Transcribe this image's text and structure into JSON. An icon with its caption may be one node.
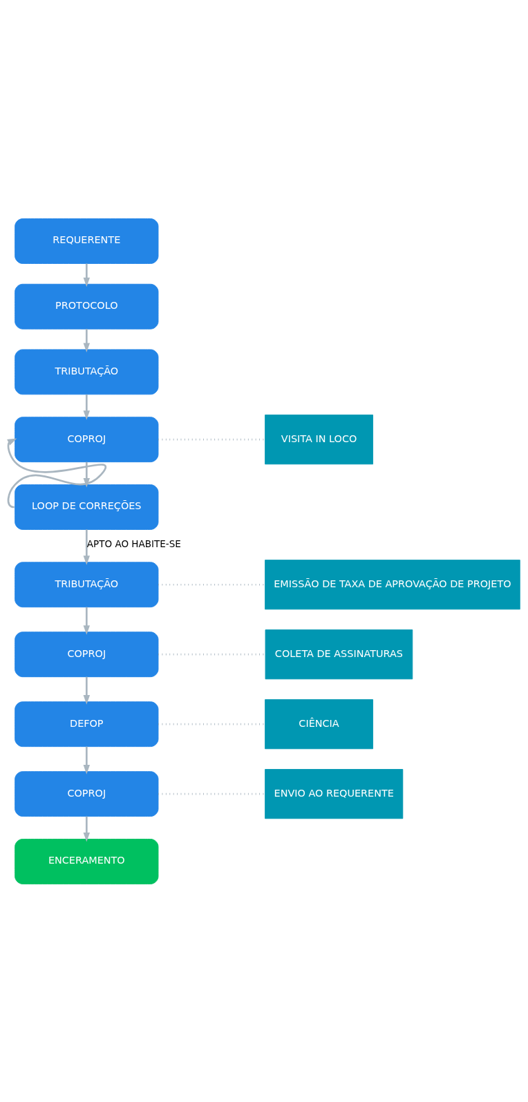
{
  "diagram": {
    "nodes": [
      {
        "text": [
          "REQUERENTE"
        ]
      },
      {
        "text": [
          "PROTOCOLO"
        ]
      },
      {
        "text": [
          "TRIBUTAÇÃO"
        ]
      },
      {
        "text": [
          "COPROJ"
        ]
      },
      {
        "text": [
          "VISITA IN LOCO"
        ]
      },
      {
        "text": [
          "LOOP DE CORREÇÕES"
        ]
      },
      {
        "text": [
          "TRIBUTAÇÃO"
        ]
      },
      {
        "text": [
          "EMISSÃO DE TAXA DE APROVAÇÃO DE PROJETO"
        ]
      },
      {
        "text": [
          "COPROJ"
        ]
      },
      {
        "text": [
          "COLETA DE ASSINATURAS"
        ]
      },
      {
        "text": [
          "DEFOP"
        ]
      },
      {
        "text": [
          "CIÊNCIA"
        ]
      },
      {
        "text": [
          "COPROJ"
        ]
      },
      {
        "text": [
          "ENVIO AO REQUERENTE"
        ]
      },
      {
        "text": [
          "ENCERAMENTO"
        ]
      }
    ],
    "edges": [
      {
        "from": 0,
        "to": 1,
        "arrow": "to"
      },
      {
        "from": 1,
        "to": 2,
        "arrow": "to"
      },
      {
        "from": 2,
        "to": 3,
        "arrow": "to"
      },
      {
        "from": 3,
        "to": 4,
        "arrow": "none",
        "style": "dashed"
      },
      {
        "from": 3,
        "to": 5,
        "arrow": "to"
      },
      {
        "from": 5,
        "to": 3,
        "arrow": "to"
      },
      {
        "from": 5,
        "to": 6,
        "arrow": "to",
        "label": "APTO AO HABITE-SE"
      },
      {
        "from": 6,
        "to": 7,
        "arrow": "none",
        "style": "dashed"
      },
      {
        "from": 6,
        "to": 8,
        "arrow": "to"
      },
      {
        "from": 8,
        "to": 9,
        "arrow": "none",
        "style": "dashed"
      },
      {
        "from": 8,
        "to": 10,
        "arrow": "to"
      },
      {
        "from": 10,
        "to": 11,
        "arrow": "none",
        "style": "dashed"
      },
      {
        "from": 10,
        "to": 12,
        "arrow": "to"
      },
      {
        "from": 12,
        "to": 13,
        "arrow": "none",
        "style": "dashed"
      },
      {
        "from": 12,
        "to": 14,
        "arrow": "to"
      }
    ]
  }
}
